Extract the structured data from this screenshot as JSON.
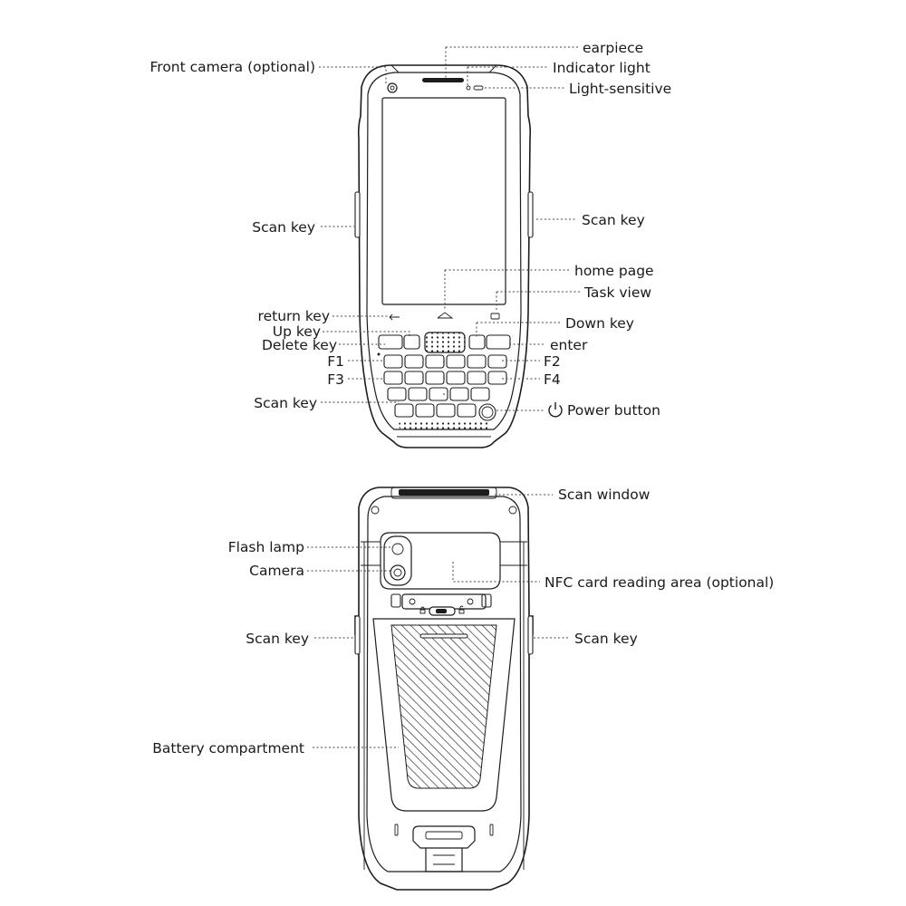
{
  "front_view": {
    "labels": {
      "earpiece": "earpiece",
      "front_camera": "Front camera (optional)",
      "indicator_light": "Indicator light",
      "light_sensitive": "Light-sensitive",
      "scan_key_left": "Scan key",
      "scan_key_right": "Scan key",
      "home_page": "home page",
      "task_view": "Task view",
      "return_key": "return key",
      "up_key": "Up key",
      "delete_key": "Delete key",
      "down_key": "Down key",
      "enter": "enter",
      "f1": "F1",
      "f2": "F2",
      "f3": "F3",
      "f4": "F4",
      "scan_key_bottom": "Scan key",
      "power_button": "Power button"
    }
  },
  "back_view": {
    "labels": {
      "scan_window": "Scan window",
      "flash_lamp": "Flash lamp",
      "camera": "Camera",
      "nfc_area": "NFC card reading area (optional)",
      "scan_key_left": "Scan key",
      "scan_key_right": "Scan key",
      "battery_compartment": "Battery compartment"
    }
  },
  "icons": {
    "power": "power-icon",
    "back": "back-arrow-icon",
    "home": "home-icon",
    "task": "task-view-icon",
    "lock": "lock-icon",
    "unlock": "unlock-icon"
  },
  "colors": {
    "outline": "#1c1c1c",
    "leader": "#444444",
    "text": "#1a1a1a",
    "background": "#ffffff"
  }
}
